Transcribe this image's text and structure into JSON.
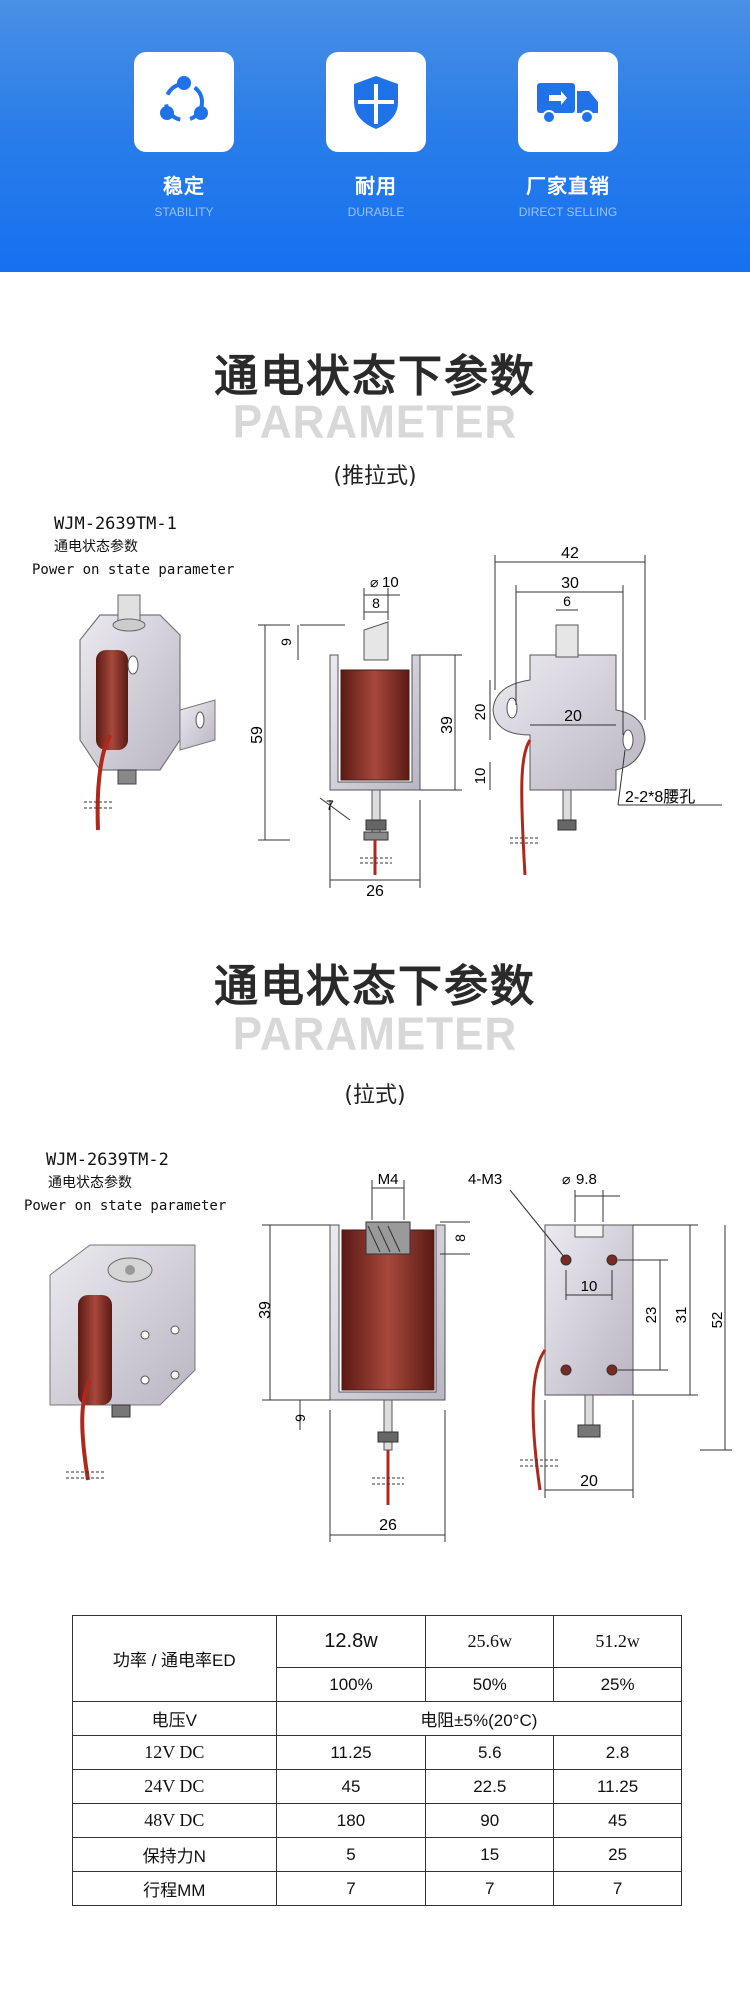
{
  "features": [
    {
      "title": "稳定",
      "subtitle": "STABILITY",
      "icon": "share-nodes-icon"
    },
    {
      "title": "耐用",
      "subtitle": "DURABLE",
      "icon": "shield-icon"
    },
    {
      "title": "厂家直销",
      "subtitle": "DIRECT SELLING",
      "icon": "delivery-truck-icon"
    }
  ],
  "section1": {
    "title": "通电状态下参数",
    "title_en": "PARAMETER",
    "subtitle": "(推拉式)",
    "model": "WJM-2639TM-1",
    "state_cn": "通电状态参数",
    "state_en": "Power on state parameter",
    "dims": {
      "d10": "10",
      "d8": "8",
      "d9": "9",
      "d59": "59",
      "d39": "39",
      "d7": "7",
      "d26": "26",
      "d42": "42",
      "d30": "30",
      "d6": "6",
      "d20a": "20",
      "d20b": "20",
      "d10b": "10",
      "slot": "2-2*8腰孔"
    }
  },
  "section2": {
    "title": "通电状态下参数",
    "title_en": "PARAMETER",
    "subtitle": "(拉式)",
    "model": "WJM-2639TM-2",
    "state_cn": "通电状态参数",
    "state_en": "Power on state parameter",
    "dims": {
      "m4": "M4",
      "m3": "4-M3",
      "d98": "9.8",
      "d8": "8",
      "d39": "39",
      "d9": "9",
      "d26": "26",
      "d10": "10",
      "d23": "23",
      "d31": "31",
      "d52": "52",
      "d20": "20"
    }
  },
  "table": {
    "header_label": "功率 / 通电率ED",
    "powers": [
      "12.8w",
      "25.6w",
      "51.2w"
    ],
    "duty": [
      "100%",
      "50%",
      "25%"
    ],
    "voltage_label": "电压V",
    "resistance_label": "电阻±5%(20°C)",
    "rows": [
      {
        "label": "12V DC",
        "values": [
          "11.25",
          "5.6",
          "2.8"
        ]
      },
      {
        "label": "24V DC",
        "values": [
          "45",
          "22.5",
          "11.25"
        ]
      },
      {
        "label": "48V DC",
        "values": [
          "180",
          "90",
          "45"
        ]
      },
      {
        "label": "保持力N",
        "values": [
          "5",
          "15",
          "25"
        ]
      },
      {
        "label": "行程MM",
        "values": [
          "7",
          "7",
          "7"
        ]
      }
    ]
  },
  "colors": {
    "brand_blue": "#2b7ee8",
    "coil_red": "#8c2f26"
  }
}
